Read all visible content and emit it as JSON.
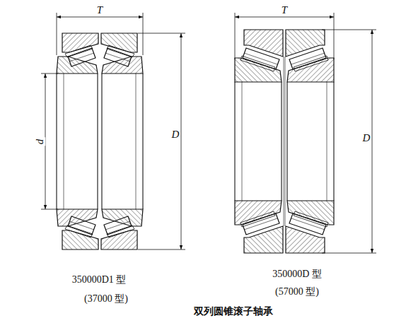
{
  "diagram": {
    "caption": "双列圆锥滚子轴承",
    "labels": [
      "T",
      "d",
      "D",
      "T",
      "D",
      "350000D1 型",
      "(37000 型)",
      "350000D 型",
      "(57000 型)"
    ]
  }
}
